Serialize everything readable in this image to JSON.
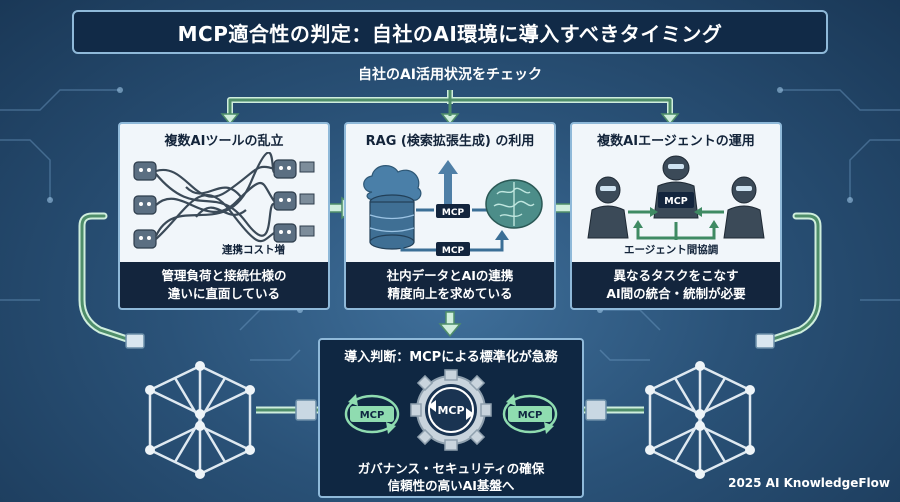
{
  "title": "MCP適合性の判定：自社のAI環境に導入すべきタイミング",
  "subtitle": "自社のAI活用状況をチェック",
  "cards": [
    {
      "title": "複数AIツールの乱立",
      "illustration_label": "連携コスト増",
      "caption_line1": "管理負荷と接続仕様の",
      "caption_line2": "違いに直面している"
    },
    {
      "title": "RAG (検索拡張生成) の利用",
      "badge_top": "MCP",
      "badge_bottom": "MCP",
      "caption_line1": "社内データとAIの連携",
      "caption_line2": "精度向上を求めている"
    },
    {
      "title": "複数AIエージェントの運用",
      "badge": "MCP",
      "illustration_label": "エージェント間協調",
      "caption_line1": "異なるタスクをこなす",
      "caption_line2": "AI間の統合・統制が必要"
    }
  ],
  "center": {
    "title": "導入判断：MCPによる標準化が急務",
    "badge_left": "MCP",
    "badge_center": "MCP",
    "badge_right": "MCP",
    "foot_line1": "ガバナンス・セキュリティの確保",
    "foot_line2": "信頼性の高いAI基盤へ"
  },
  "copyright": "2025 AI KnowledgeFlow",
  "colors": {
    "background": "#2a5278",
    "panel_dark": "#13253d",
    "card_light": "#f1f6fa",
    "accent_green": "#8fdcb0",
    "border": "#8fb9d9"
  },
  "icons": [
    "robot-icon",
    "tangled-wires-icon",
    "database-icon",
    "cloud-icon",
    "brain-icon",
    "humanoid-robot-icon",
    "gear-icon",
    "cycle-arrows-icon",
    "network-cube-icon"
  ]
}
